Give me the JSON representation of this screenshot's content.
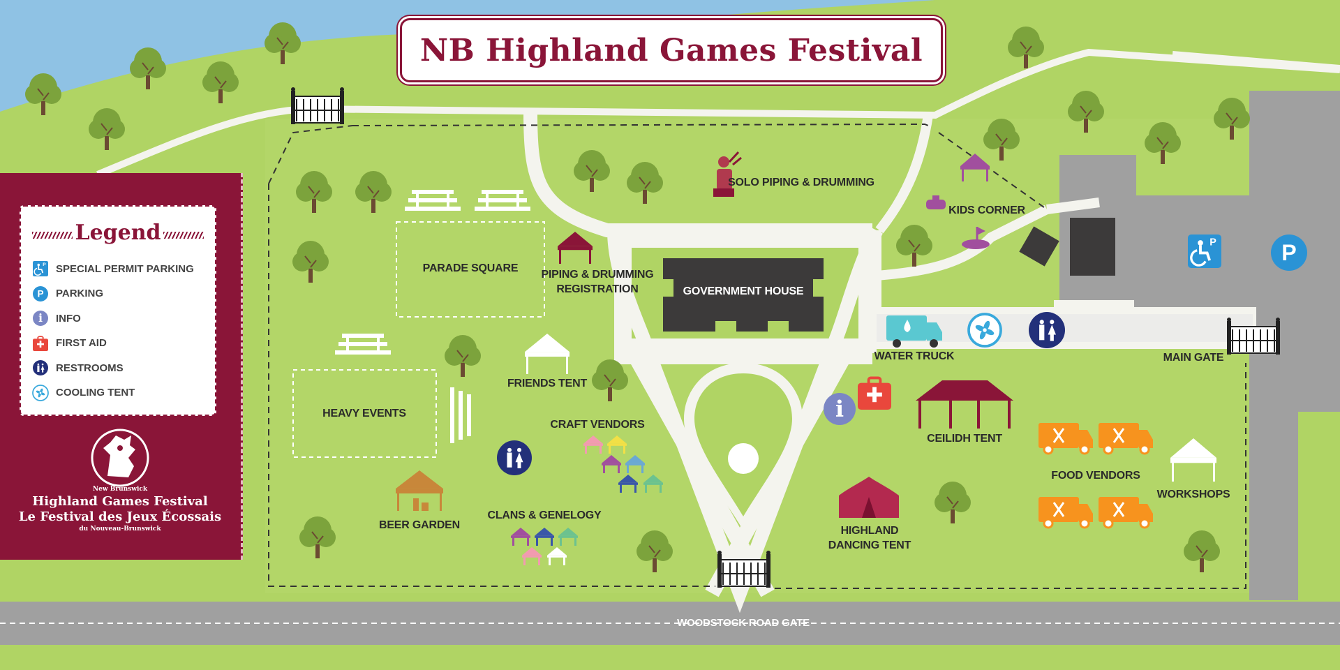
{
  "title": "NB Highland Games Festival",
  "colors": {
    "grass": "#b0d464",
    "grass_light": "#c2e07a",
    "path": "#f4f4ee",
    "road": "#a0a0a0",
    "water": "#8fc2e4",
    "brand": "#8a1538",
    "building": "#3c3a3a",
    "tree_leaf": "#7ca33c",
    "tree_trunk": "#6b4a32",
    "orange": "#f7931e",
    "teal": "#5ac8d1",
    "navy": "#23307a",
    "blue": "#2a93d5",
    "bronze": "#c8873a"
  },
  "legend": {
    "title": "Legend",
    "items": [
      {
        "icon": "special-permit-parking-icon",
        "label": "Special Permit Parking"
      },
      {
        "icon": "parking-icon",
        "label": "Parking"
      },
      {
        "icon": "info-icon",
        "label": "Info"
      },
      {
        "icon": "first-aid-icon",
        "label": "First Aid"
      },
      {
        "icon": "restrooms-icon",
        "label": "Restrooms"
      },
      {
        "icon": "cooling-tent-icon",
        "label": "Cooling Tent"
      }
    ]
  },
  "logo": {
    "line1": "New Brunswick",
    "line2": "Highland Games Festival",
    "line3": "Le Festival des Jeux Écossais",
    "line4": "du Nouveau-Brunswick"
  },
  "places": {
    "solo_piping": "Solo Piping & Drumming",
    "kids_corner": "Kids Corner",
    "parade_square": "Parade Square",
    "piping_registration": "Piping & Drumming Registration",
    "government_house": "Government House",
    "heavy_events": "Heavy Events",
    "friends_tent": "Friends Tent",
    "craft_vendors": "Craft Vendors",
    "water_truck": "Water Truck",
    "main_gate": "Main Gate",
    "ceilidh_tent": "Ceilidh Tent",
    "food_vendors": "Food Vendors",
    "workshops": "Workshops",
    "beer_garden": "Beer Garden",
    "clans_genealogy": "Clans & Genelogy",
    "highland_dancing": "Highland Dancing Tent",
    "woodstock_gate": "Woodstock Road Gate"
  }
}
